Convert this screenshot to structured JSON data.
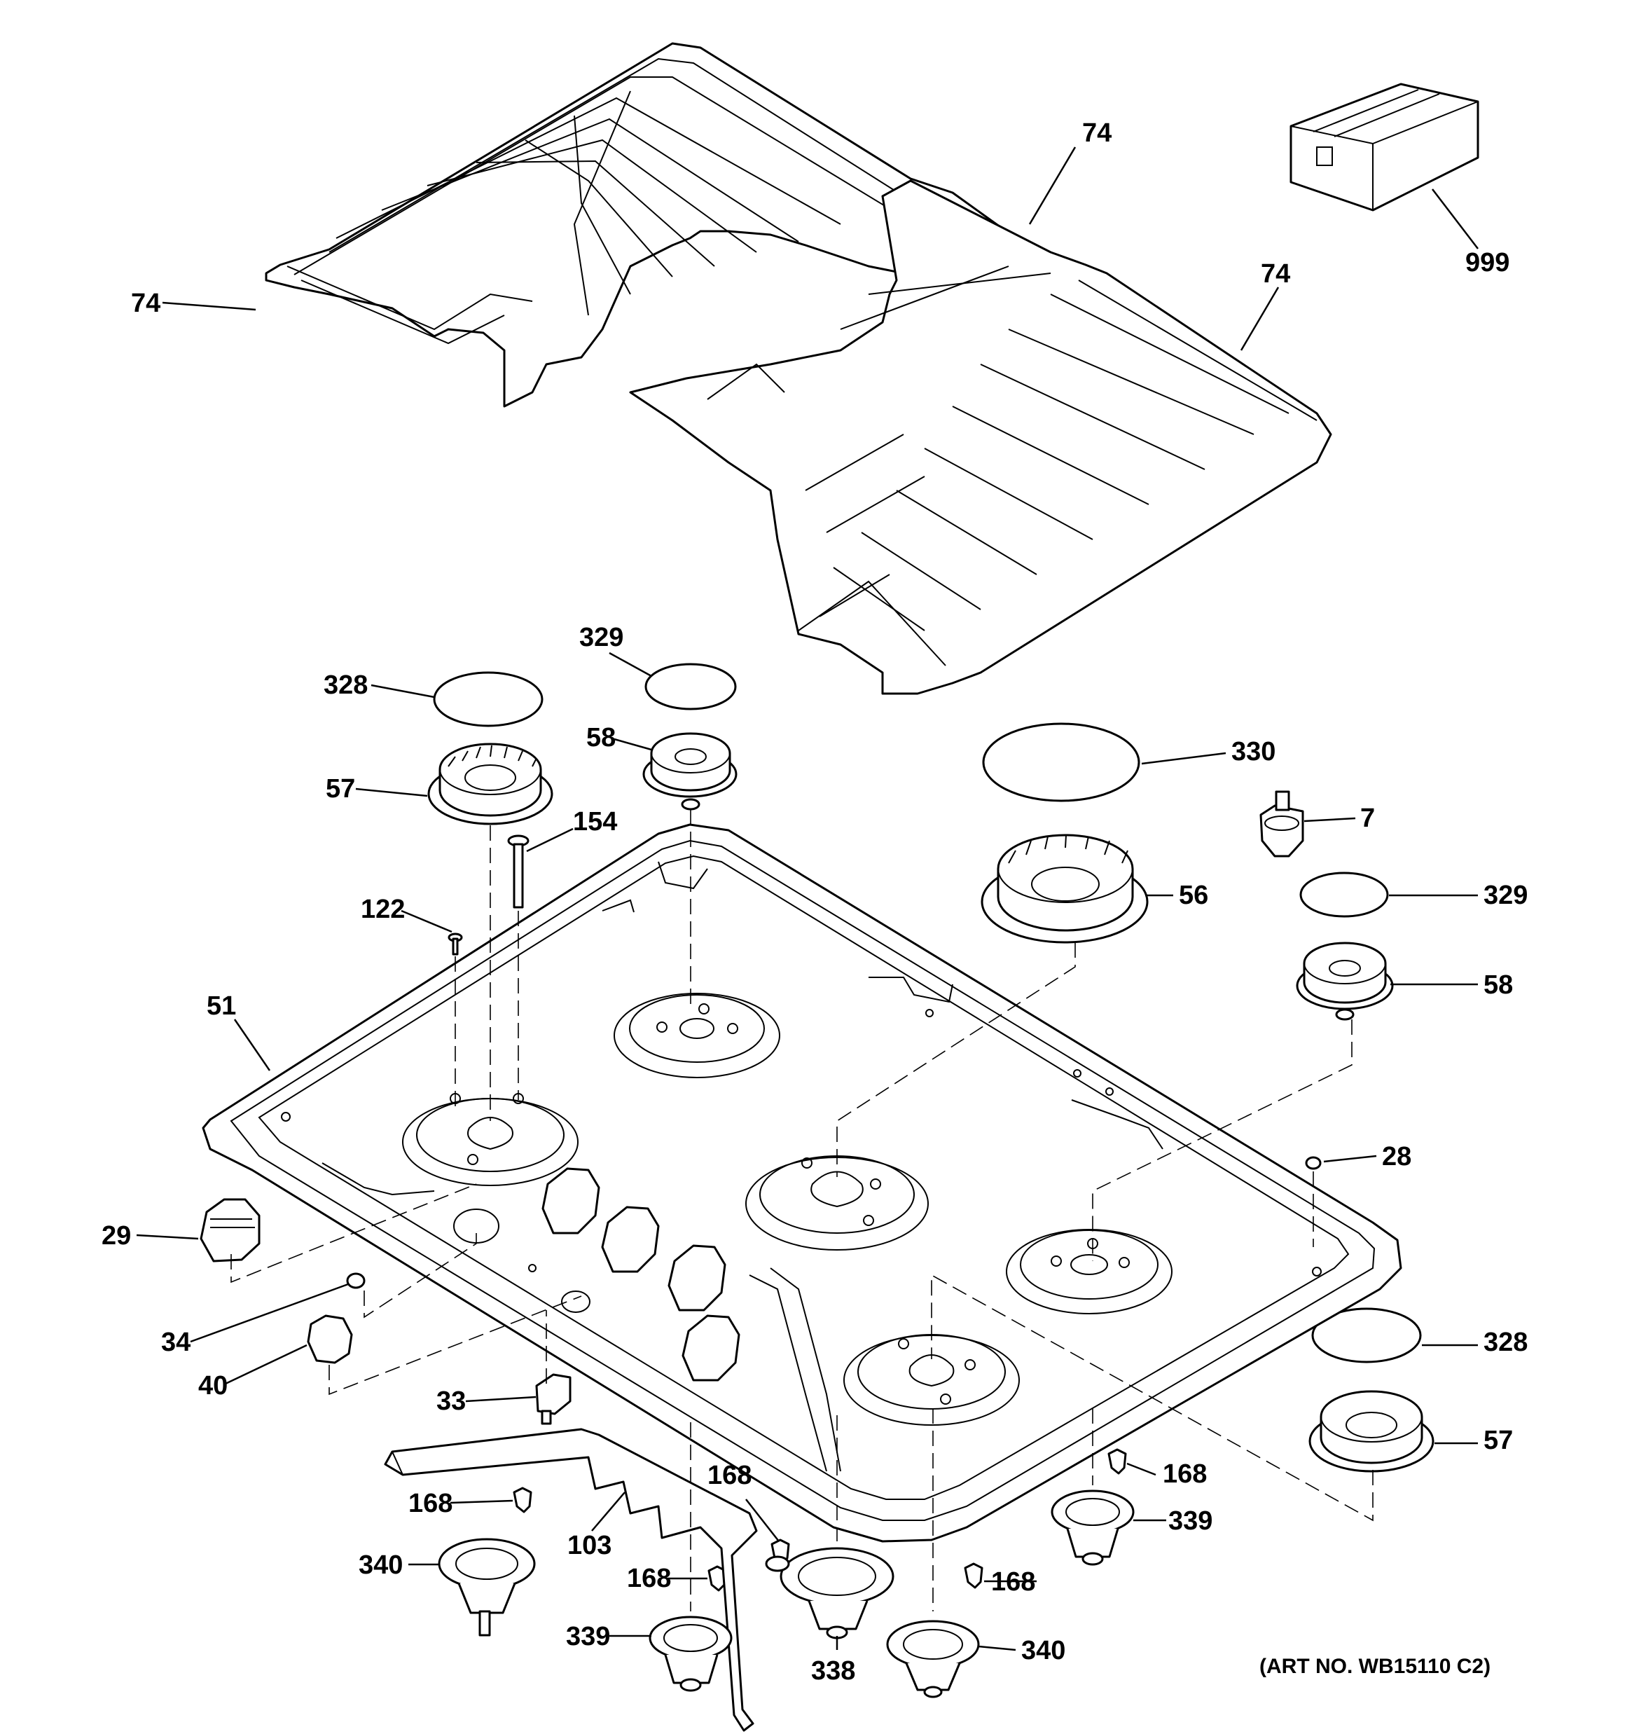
{
  "diagram": {
    "art_number": "(ART NO. WB15110 C2)",
    "callouts": [
      {
        "id": "grate-left",
        "label": "74"
      },
      {
        "id": "grate-center",
        "label": "74"
      },
      {
        "id": "grate-right",
        "label": "74"
      },
      {
        "id": "parts-box",
        "label": "999"
      },
      {
        "id": "cap-328-top",
        "label": "328"
      },
      {
        "id": "cap-329-top",
        "label": "329"
      },
      {
        "id": "head-58-top",
        "label": "58"
      },
      {
        "id": "head-57-top",
        "label": "57"
      },
      {
        "id": "cap-330",
        "label": "330"
      },
      {
        "id": "igniter-7",
        "label": "7"
      },
      {
        "id": "screw-154",
        "label": "154"
      },
      {
        "id": "screw-122",
        "label": "122"
      },
      {
        "id": "head-56",
        "label": "56"
      },
      {
        "id": "cap-329-right",
        "label": "329"
      },
      {
        "id": "head-58-right",
        "label": "58"
      },
      {
        "id": "cooktop-51",
        "label": "51"
      },
      {
        "id": "plug-28",
        "label": "28"
      },
      {
        "id": "knob-29",
        "label": "29"
      },
      {
        "id": "button-34",
        "label": "34"
      },
      {
        "id": "knob-40",
        "label": "40"
      },
      {
        "id": "switch-33",
        "label": "33"
      },
      {
        "id": "cap-328-right",
        "label": "328"
      },
      {
        "id": "head-57-right",
        "label": "57"
      },
      {
        "id": "clip-168-a",
        "label": "168"
      },
      {
        "id": "clip-168-b",
        "label": "168"
      },
      {
        "id": "clip-168-c",
        "label": "168"
      },
      {
        "id": "clip-168-d",
        "label": "168"
      },
      {
        "id": "clip-168-e",
        "label": "168"
      },
      {
        "id": "bracket-103",
        "label": "103"
      },
      {
        "id": "base-340-left",
        "label": "340"
      },
      {
        "id": "base-339-left",
        "label": "339"
      },
      {
        "id": "base-338",
        "label": "338"
      },
      {
        "id": "base-340-right",
        "label": "340"
      },
      {
        "id": "base-339-right",
        "label": "339"
      }
    ]
  }
}
